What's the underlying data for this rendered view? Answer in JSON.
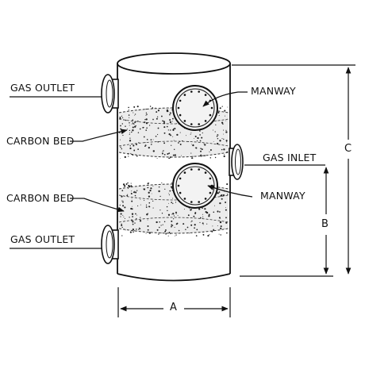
{
  "labels": {
    "gas_outlet_top": "GAS OUTLET",
    "carbon_bed_top": "CARBON BED",
    "carbon_bed_bottom": "CARBON BED",
    "gas_outlet_bottom": "GAS OUTLET",
    "manway_top": "MANWAY",
    "gas_inlet": "GAS INLET",
    "manway_bottom": "MANWAY"
  },
  "dimensions": {
    "a": "A",
    "b": "B",
    "c": "C"
  },
  "colors": {
    "line": "#111111",
    "bed_fill": "#ededed",
    "background": "#ffffff"
  }
}
